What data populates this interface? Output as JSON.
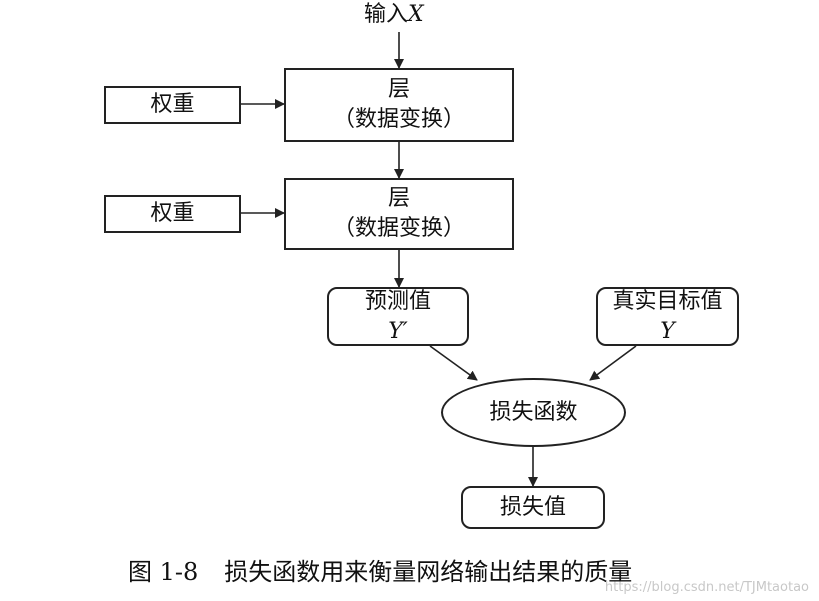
{
  "input": {
    "label": "输入",
    "var": "X"
  },
  "layer1": {
    "title": "层",
    "subtitle": "（数据变换）"
  },
  "layer2": {
    "title": "层",
    "subtitle": "（数据变换）"
  },
  "weights1": {
    "label": "权重"
  },
  "weights2": {
    "label": "权重"
  },
  "prediction": {
    "label": "预测值",
    "var": "Y′"
  },
  "target": {
    "label": "真实目标值",
    "var": "Y"
  },
  "loss_function": {
    "label": "损失函数"
  },
  "loss_value": {
    "label": "损失值"
  },
  "caption": {
    "number": "图 1-8",
    "text": "损失函数用来衡量网络输出结果的质量"
  },
  "watermark": "https://blog.csdn.net/TJMtaotao"
}
